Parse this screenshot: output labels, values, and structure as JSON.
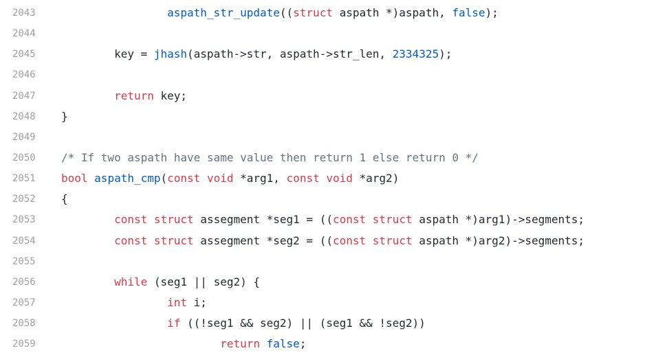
{
  "colors": {
    "keyword": "#d73a49",
    "function": "#005cc5",
    "number": "#005cc5",
    "plain": "#24292e",
    "comment": "#6a737d",
    "line_number": "#a0a0a0",
    "background": "#ffffff"
  },
  "lines": [
    {
      "number": "2043",
      "tokens": [
        {
          "t": "plain",
          "v": "                "
        },
        {
          "t": "fn",
          "v": "aspath_str_update"
        },
        {
          "t": "plain",
          "v": "(("
        },
        {
          "t": "kw",
          "v": "struct"
        },
        {
          "t": "plain",
          "v": " aspath *)aspath, "
        },
        {
          "t": "fn",
          "v": "false"
        },
        {
          "t": "plain",
          "v": ");"
        }
      ]
    },
    {
      "number": "2044",
      "tokens": []
    },
    {
      "number": "2045",
      "tokens": [
        {
          "t": "plain",
          "v": "        key = "
        },
        {
          "t": "fn",
          "v": "jhash"
        },
        {
          "t": "plain",
          "v": "(aspath->str, aspath->str_len, "
        },
        {
          "t": "num",
          "v": "2334325"
        },
        {
          "t": "plain",
          "v": ");"
        }
      ]
    },
    {
      "number": "2046",
      "tokens": []
    },
    {
      "number": "2047",
      "tokens": [
        {
          "t": "plain",
          "v": "        "
        },
        {
          "t": "kw",
          "v": "return"
        },
        {
          "t": "plain",
          "v": " key;"
        }
      ]
    },
    {
      "number": "2048",
      "tokens": [
        {
          "t": "plain",
          "v": "}"
        }
      ]
    },
    {
      "number": "2049",
      "tokens": []
    },
    {
      "number": "2050",
      "tokens": [
        {
          "t": "com",
          "v": "/* If two aspath have same value then return 1 else return 0 */"
        }
      ]
    },
    {
      "number": "2051",
      "tokens": [
        {
          "t": "kw",
          "v": "bool"
        },
        {
          "t": "plain",
          "v": " "
        },
        {
          "t": "fn",
          "v": "aspath_cmp"
        },
        {
          "t": "plain",
          "v": "("
        },
        {
          "t": "kw",
          "v": "const"
        },
        {
          "t": "plain",
          "v": " "
        },
        {
          "t": "kw",
          "v": "void"
        },
        {
          "t": "plain",
          "v": " *arg1, "
        },
        {
          "t": "kw",
          "v": "const"
        },
        {
          "t": "plain",
          "v": " "
        },
        {
          "t": "kw",
          "v": "void"
        },
        {
          "t": "plain",
          "v": " *arg2)"
        }
      ]
    },
    {
      "number": "2052",
      "tokens": [
        {
          "t": "plain",
          "v": "{"
        }
      ]
    },
    {
      "number": "2053",
      "tokens": [
        {
          "t": "plain",
          "v": "        "
        },
        {
          "t": "kw",
          "v": "const"
        },
        {
          "t": "plain",
          "v": " "
        },
        {
          "t": "kw",
          "v": "struct"
        },
        {
          "t": "plain",
          "v": " assegment *seg1 = (("
        },
        {
          "t": "kw",
          "v": "const"
        },
        {
          "t": "plain",
          "v": " "
        },
        {
          "t": "kw",
          "v": "struct"
        },
        {
          "t": "plain",
          "v": " aspath *)arg1)->segments;"
        }
      ]
    },
    {
      "number": "2054",
      "tokens": [
        {
          "t": "plain",
          "v": "        "
        },
        {
          "t": "kw",
          "v": "const"
        },
        {
          "t": "plain",
          "v": " "
        },
        {
          "t": "kw",
          "v": "struct"
        },
        {
          "t": "plain",
          "v": " assegment *seg2 = (("
        },
        {
          "t": "kw",
          "v": "const"
        },
        {
          "t": "plain",
          "v": " "
        },
        {
          "t": "kw",
          "v": "struct"
        },
        {
          "t": "plain",
          "v": " aspath *)arg2)->segments;"
        }
      ]
    },
    {
      "number": "2055",
      "tokens": []
    },
    {
      "number": "2056",
      "tokens": [
        {
          "t": "plain",
          "v": "        "
        },
        {
          "t": "kw",
          "v": "while"
        },
        {
          "t": "plain",
          "v": " (seg1 || seg2) {"
        }
      ]
    },
    {
      "number": "2057",
      "tokens": [
        {
          "t": "plain",
          "v": "                "
        },
        {
          "t": "kw",
          "v": "int"
        },
        {
          "t": "plain",
          "v": " i;"
        }
      ]
    },
    {
      "number": "2058",
      "tokens": [
        {
          "t": "plain",
          "v": "                "
        },
        {
          "t": "kw",
          "v": "if"
        },
        {
          "t": "plain",
          "v": " ((!seg1 && seg2) || (seg1 && !seg2))"
        }
      ]
    },
    {
      "number": "2059",
      "tokens": [
        {
          "t": "plain",
          "v": "                        "
        },
        {
          "t": "kw",
          "v": "return"
        },
        {
          "t": "plain",
          "v": " "
        },
        {
          "t": "fn",
          "v": "false"
        },
        {
          "t": "plain",
          "v": ";"
        }
      ]
    }
  ]
}
